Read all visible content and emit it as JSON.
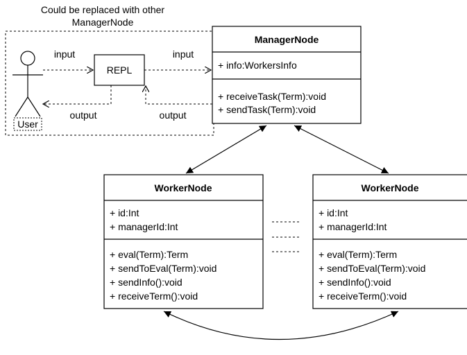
{
  "note": {
    "line1": "Could be replaced with other",
    "line2": "ManagerNode"
  },
  "actor": {
    "label": "User"
  },
  "repl": {
    "label": "REPL"
  },
  "edges": {
    "user_to_repl": "input",
    "repl_to_manager": "input",
    "repl_to_user": "output",
    "manager_to_repl": "output"
  },
  "manager": {
    "title": "ManagerNode",
    "attributes": [
      "+ info:WorkersInfo"
    ],
    "methods": [
      "+ receiveTask(Term):void",
      "+ sendTask(Term):void"
    ]
  },
  "workers": [
    {
      "title": "WorkerNode",
      "attributes": [
        "+ id:Int",
        "+ managerId:Int"
      ],
      "methods": [
        "+ eval(Term):Term",
        "+ sendToEval(Term):void",
        "+ sendInfo():void",
        "+ receiveTerm():void"
      ]
    },
    {
      "title": "WorkerNode",
      "attributes": [
        "+ id:Int",
        "+ managerId:Int"
      ],
      "methods": [
        "+ eval(Term):Term",
        "+ sendToEval(Term):void",
        "+ sendInfo():void",
        "+ receiveTerm():void"
      ]
    }
  ]
}
